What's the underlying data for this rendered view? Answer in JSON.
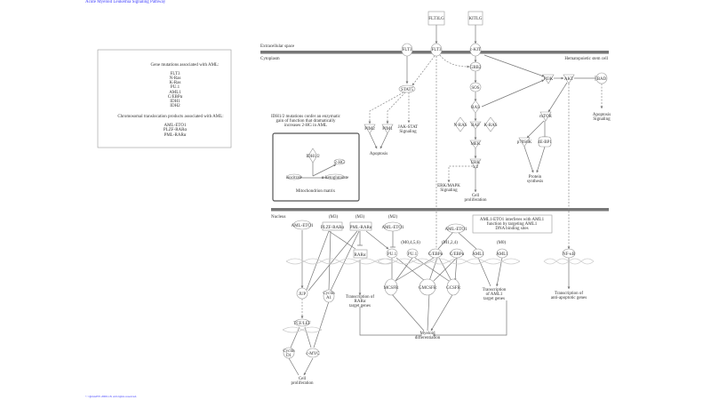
{
  "title": "Acute Myeloid Leukemia Signaling Pathway",
  "footer": "© QIAGEN 2000-18. All rights reserved.",
  "legend_box": {
    "heading1": "Gene mutations associated with AML:",
    "mutations": [
      "FLT3",
      "N-Ras",
      "K-Ras",
      "PU.1",
      "AML1",
      "C/EBPα",
      "IDH1",
      "IDH2"
    ],
    "heading2": "Chromosomal translocation products associated with AML:",
    "translocations": [
      "AML-ETO1",
      "PLZF-RARα",
      "PML-RARα"
    ]
  },
  "compartments": {
    "extracellular": "Extracellular space",
    "cytoplasm": "Cytoplasm",
    "cell": "Hematopoietic stem cell",
    "nucleus": "Nucleus",
    "mito": "Mitochondrion matrix"
  },
  "notes": {
    "idh": [
      "IDH1/2 mutations confer an enzymatic",
      "gain of function that dramatically",
      "increases 2-HG in AML"
    ],
    "amleto": [
      "AML1-ETO1 interferes with AML1",
      "function by targeting AML1",
      "DNA binding sites"
    ]
  },
  "nodes": {
    "flt3lg": "FLT3LG",
    "kitlg": "KITLG",
    "flt3a": "FLT3",
    "flt3b": "FLT3",
    "ckit": "c-KIT",
    "grb2": "GRB2",
    "sos": "SOS",
    "ras": "RAS",
    "nras": "N-RAS",
    "raf": "RAF",
    "kras": "K-RAS",
    "mek": "MEK",
    "erk": [
      "ERK",
      "1/2"
    ],
    "cellprolif1": [
      "Cell",
      "proliferation"
    ],
    "erkmapk": [
      "ERK/MAPK",
      "Signaling"
    ],
    "stat5": "STAT5",
    "pim2": "PIM2",
    "pim1": "PIM1",
    "jakstat": [
      "JAK-STAT",
      "Signaling"
    ],
    "apoptosis": "Apoptosis",
    "pi3k": "PI3K",
    "akt": "AKT",
    "bad": "BAD",
    "apopsig": [
      "Apoptosis",
      "Signaling"
    ],
    "mtor": "mTOR",
    "p70s6k": "p70S6K",
    "ebp1": "4E-BP1",
    "protsyn": [
      "Protein",
      "synthesis"
    ],
    "idh12": "IDH1/2",
    "hg2": "2-HG",
    "isocitrate": "isocitrate",
    "akg": "α-ketoglutarate",
    "amleto_a": "AML-ETO1",
    "plzf": "PLZF-RARα",
    "pml": "PML-RARα",
    "rara": "RARα",
    "amleto_b": "AML-ETO1",
    "pu1a": "PU.1",
    "pu1b": "PU.1",
    "cebpa_a": "C/EBPα",
    "cebpa_b": "C/EBPα",
    "amleto_c": "AML-ETO1",
    "aml1a": "AML1",
    "aml1b": "AML1",
    "nfkb": "NF-κB",
    "m3a": "(M3)",
    "m3b": "(M3)",
    "m2": "(M2)",
    "m0456": "(M0,4,5,6)",
    "m124": "(M1,2,4)",
    "m0": "(M0)",
    "jup": "JUP",
    "cyclina1": [
      "Cyclin",
      "A1"
    ],
    "txrara": [
      "Transcription of",
      "RARα",
      "target genes"
    ],
    "mcsfr": "MCSFR",
    "gmcsfr": "GMCSFR",
    "gcsfr": "GCSFR",
    "txaml1": [
      "Transcription",
      "of AML1",
      "target genes"
    ],
    "txanti": [
      "Transcription of",
      "anti-apoptotic genes"
    ],
    "myeloid": [
      "Myeloid",
      "differentiation"
    ],
    "tcflef": "TCF/LEF",
    "cyclind1": [
      "Cyclin",
      "D1"
    ],
    "cmyc": "c-MYC",
    "cellprolif2": [
      "Cell",
      "proliferation"
    ]
  }
}
